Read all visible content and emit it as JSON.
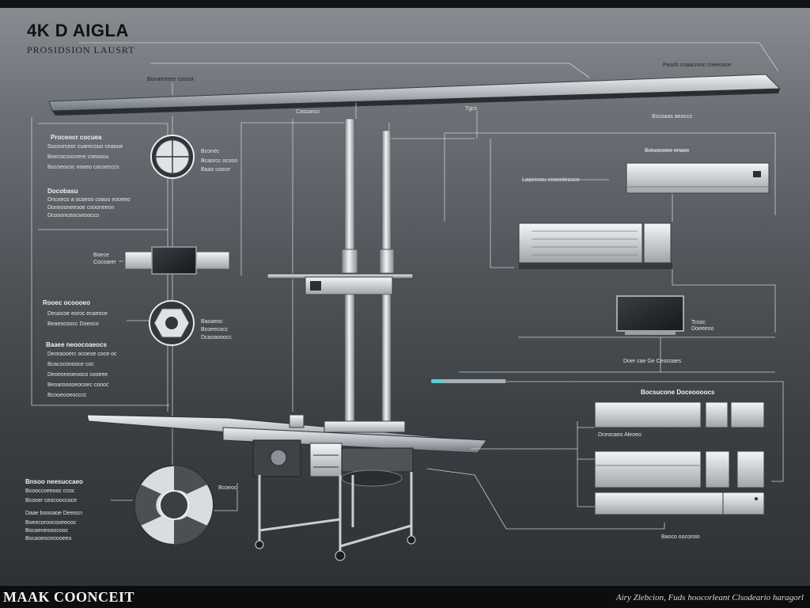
{
  "header": {
    "title": "4K D AIGLA",
    "subtitle": "PROSIDSION LAUSRT"
  },
  "footer": {
    "brand": "MAAK COONCEIT",
    "caption": "Airy Zlebcion, Fuds hoocorleant Clsodeario haragorl"
  },
  "labels": {
    "beam_top_right": "Pasoh coaacronc cneecoce",
    "beam_top_left": "Bonaeoreer cscoot",
    "mast_top": "Casuarco",
    "mast_right": "Tgcs",
    "right_unit_top": "Bscoaas aeoccs",
    "right_unit_sub": "Bctuocoocr enaoo",
    "right_mid_line": "Laaecoou ceaooteouce",
    "right_monitor": "Tcsoc",
    "right_monitor_sub": "Doeeeoo",
    "right_row_label": "Doer cae Ge Ceocoaes",
    "right_rack_top": "Bocsucone Doceoooocs",
    "right_rack_mid": "Dceocaeo Aleoeo",
    "right_rack_bottom": "Baoco oocoroio",
    "left_block1_head": "Proceocr cocuea",
    "left_block1_lines": [
      "Socoorceor cuarecouo ceaoue",
      "Boecocoocnere coeooou",
      "Bocoeococ nooeo cocoecccs"
    ],
    "left_dial1": "Bconec",
    "left_dial1_sub": [
      "Bcaorcc ocooo",
      "Baao cooce"
    ],
    "left_block2_head": "Docobasu",
    "left_block2_lines": [
      "Dncoeco a ocaeoo coaou eooeeo",
      "Doneooneeooe coooneeon",
      "Dcooonceocseoocco"
    ],
    "left_screen": "Boece",
    "left_screen_sub": "Cocoarer",
    "left_block3_head": "Rooec ocoooeo",
    "left_block3_lines": [
      "Deuocoe eoroc ecaeoce",
      "Beaeocoocc Doeoco"
    ],
    "left_dial2": "Baoaeoc",
    "left_dial2_sub": [
      "Bcoeecocc",
      "Dcaoaooocc"
    ],
    "left_block4_head": "Baaee neoocoaeocs",
    "left_block4_lines": [
      "Deoraooerc ocoeoe coce oc",
      "Bcacoconooce coc",
      "Deoeoneoeooco cooeee",
      "Beoarooooeocoec coooc",
      "Bcooeooeocccc"
    ],
    "left_block5_head": "Bnsoo neesuccaeo",
    "left_block5_lines": [
      "Bcooccoeeooc ccoc",
      "Bcooer ceocooccoce",
      "Daae boooaoe Deeocn",
      "Boeecoroocooeeooc",
      "Bocaeoeooocooc",
      "Bocaoeoceoooeeo"
    ],
    "left_fan": "Bcoeoc"
  },
  "colors": {
    "steel_light": "#d9dde0",
    "steel_mid": "#a7adb2",
    "steel_dark": "#5d6368",
    "line": "#c8ced3",
    "accent": "#5fc9d6"
  }
}
